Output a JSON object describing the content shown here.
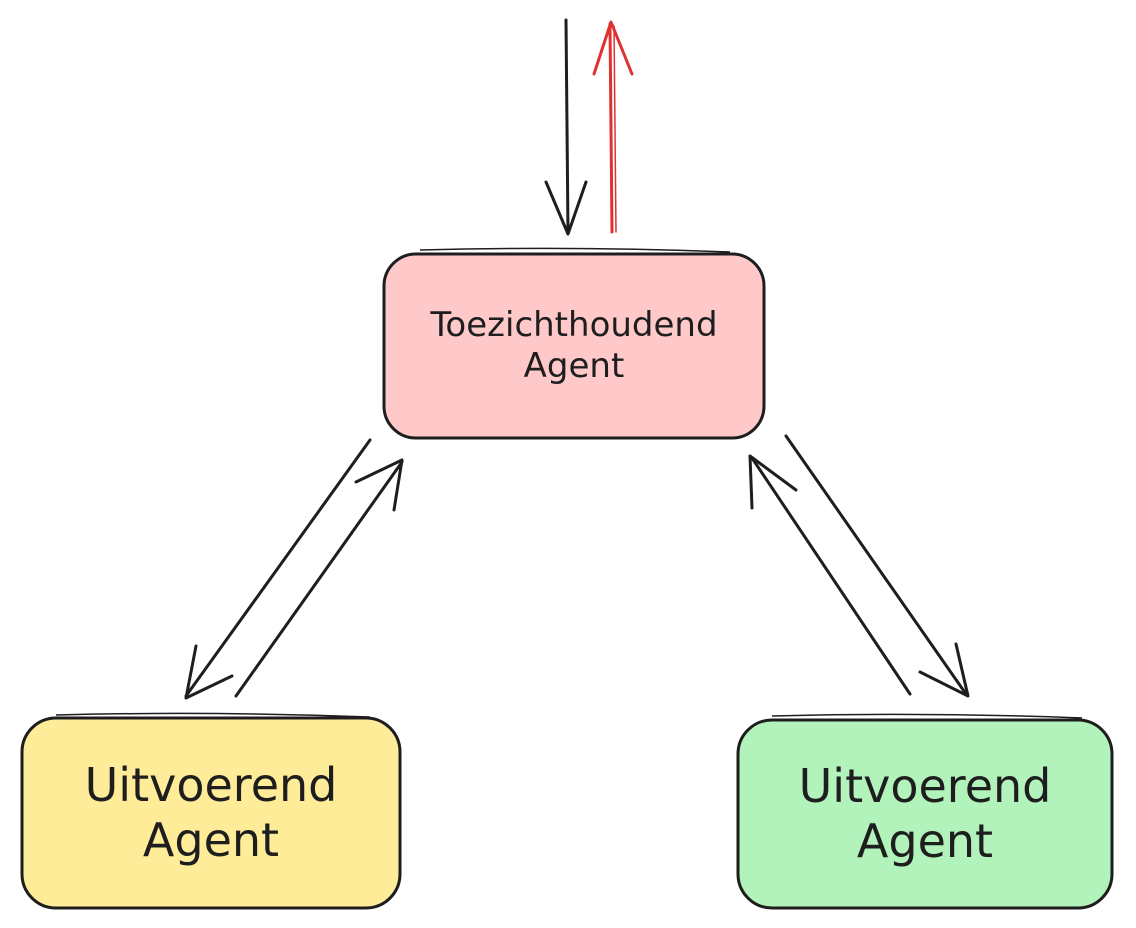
{
  "diagram": {
    "nodes": {
      "supervisor": {
        "line1": "Toezichthoudend",
        "line2": "Agent",
        "fill": "#ffc9c9"
      },
      "executor_left": {
        "line1": "Uitvoerend",
        "line2": "Agent",
        "fill": "#ffec99"
      },
      "executor_right": {
        "line1": "Uitvoerend",
        "line2": "Agent",
        "fill": "#b2f2bb"
      }
    },
    "edges": [
      {
        "from": "external",
        "to": "supervisor",
        "color": "#1e1e1e"
      },
      {
        "from": "supervisor",
        "to": "external",
        "color": "#e03131"
      },
      {
        "from": "supervisor",
        "to": "executor_left",
        "color": "#1e1e1e"
      },
      {
        "from": "executor_left",
        "to": "supervisor",
        "color": "#1e1e1e"
      },
      {
        "from": "supervisor",
        "to": "executor_right",
        "color": "#1e1e1e"
      },
      {
        "from": "executor_right",
        "to": "supervisor",
        "color": "#1e1e1e"
      }
    ],
    "stroke_color": "#1e1e1e"
  }
}
